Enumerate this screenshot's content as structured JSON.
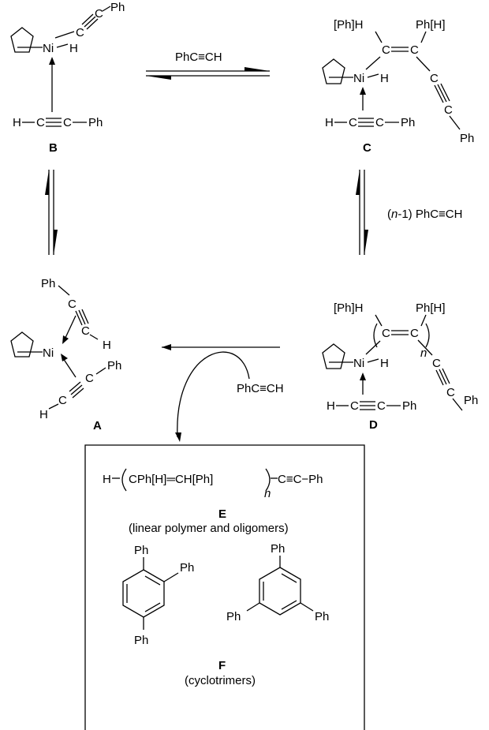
{
  "labels": {
    "ni": "Ni",
    "h": "H",
    "ph": "Ph",
    "c": "C",
    "ph_h_bracket": "[Ph]H",
    "ph_bracket_h": "Ph[H]",
    "n": "n"
  },
  "compounds": {
    "A": "A",
    "B": "B",
    "C": "C",
    "D": "D",
    "E": "E",
    "F": "F"
  },
  "reagents": {
    "top": "PhC≡CH",
    "right_prefix": "(",
    "right_n": "n",
    "right_suffix": "-1) PhC≡CH",
    "bottom": "PhC≡CH"
  },
  "products": {
    "E_formula_left": "H",
    "E_formula_mid": "CPh[H]═CH[Ph]",
    "E_formula_n": "n",
    "E_formula_right": "C≡C−Ph",
    "E_description": "(linear polymer and oligomers)",
    "F_description": "(cyclotrimers)"
  }
}
